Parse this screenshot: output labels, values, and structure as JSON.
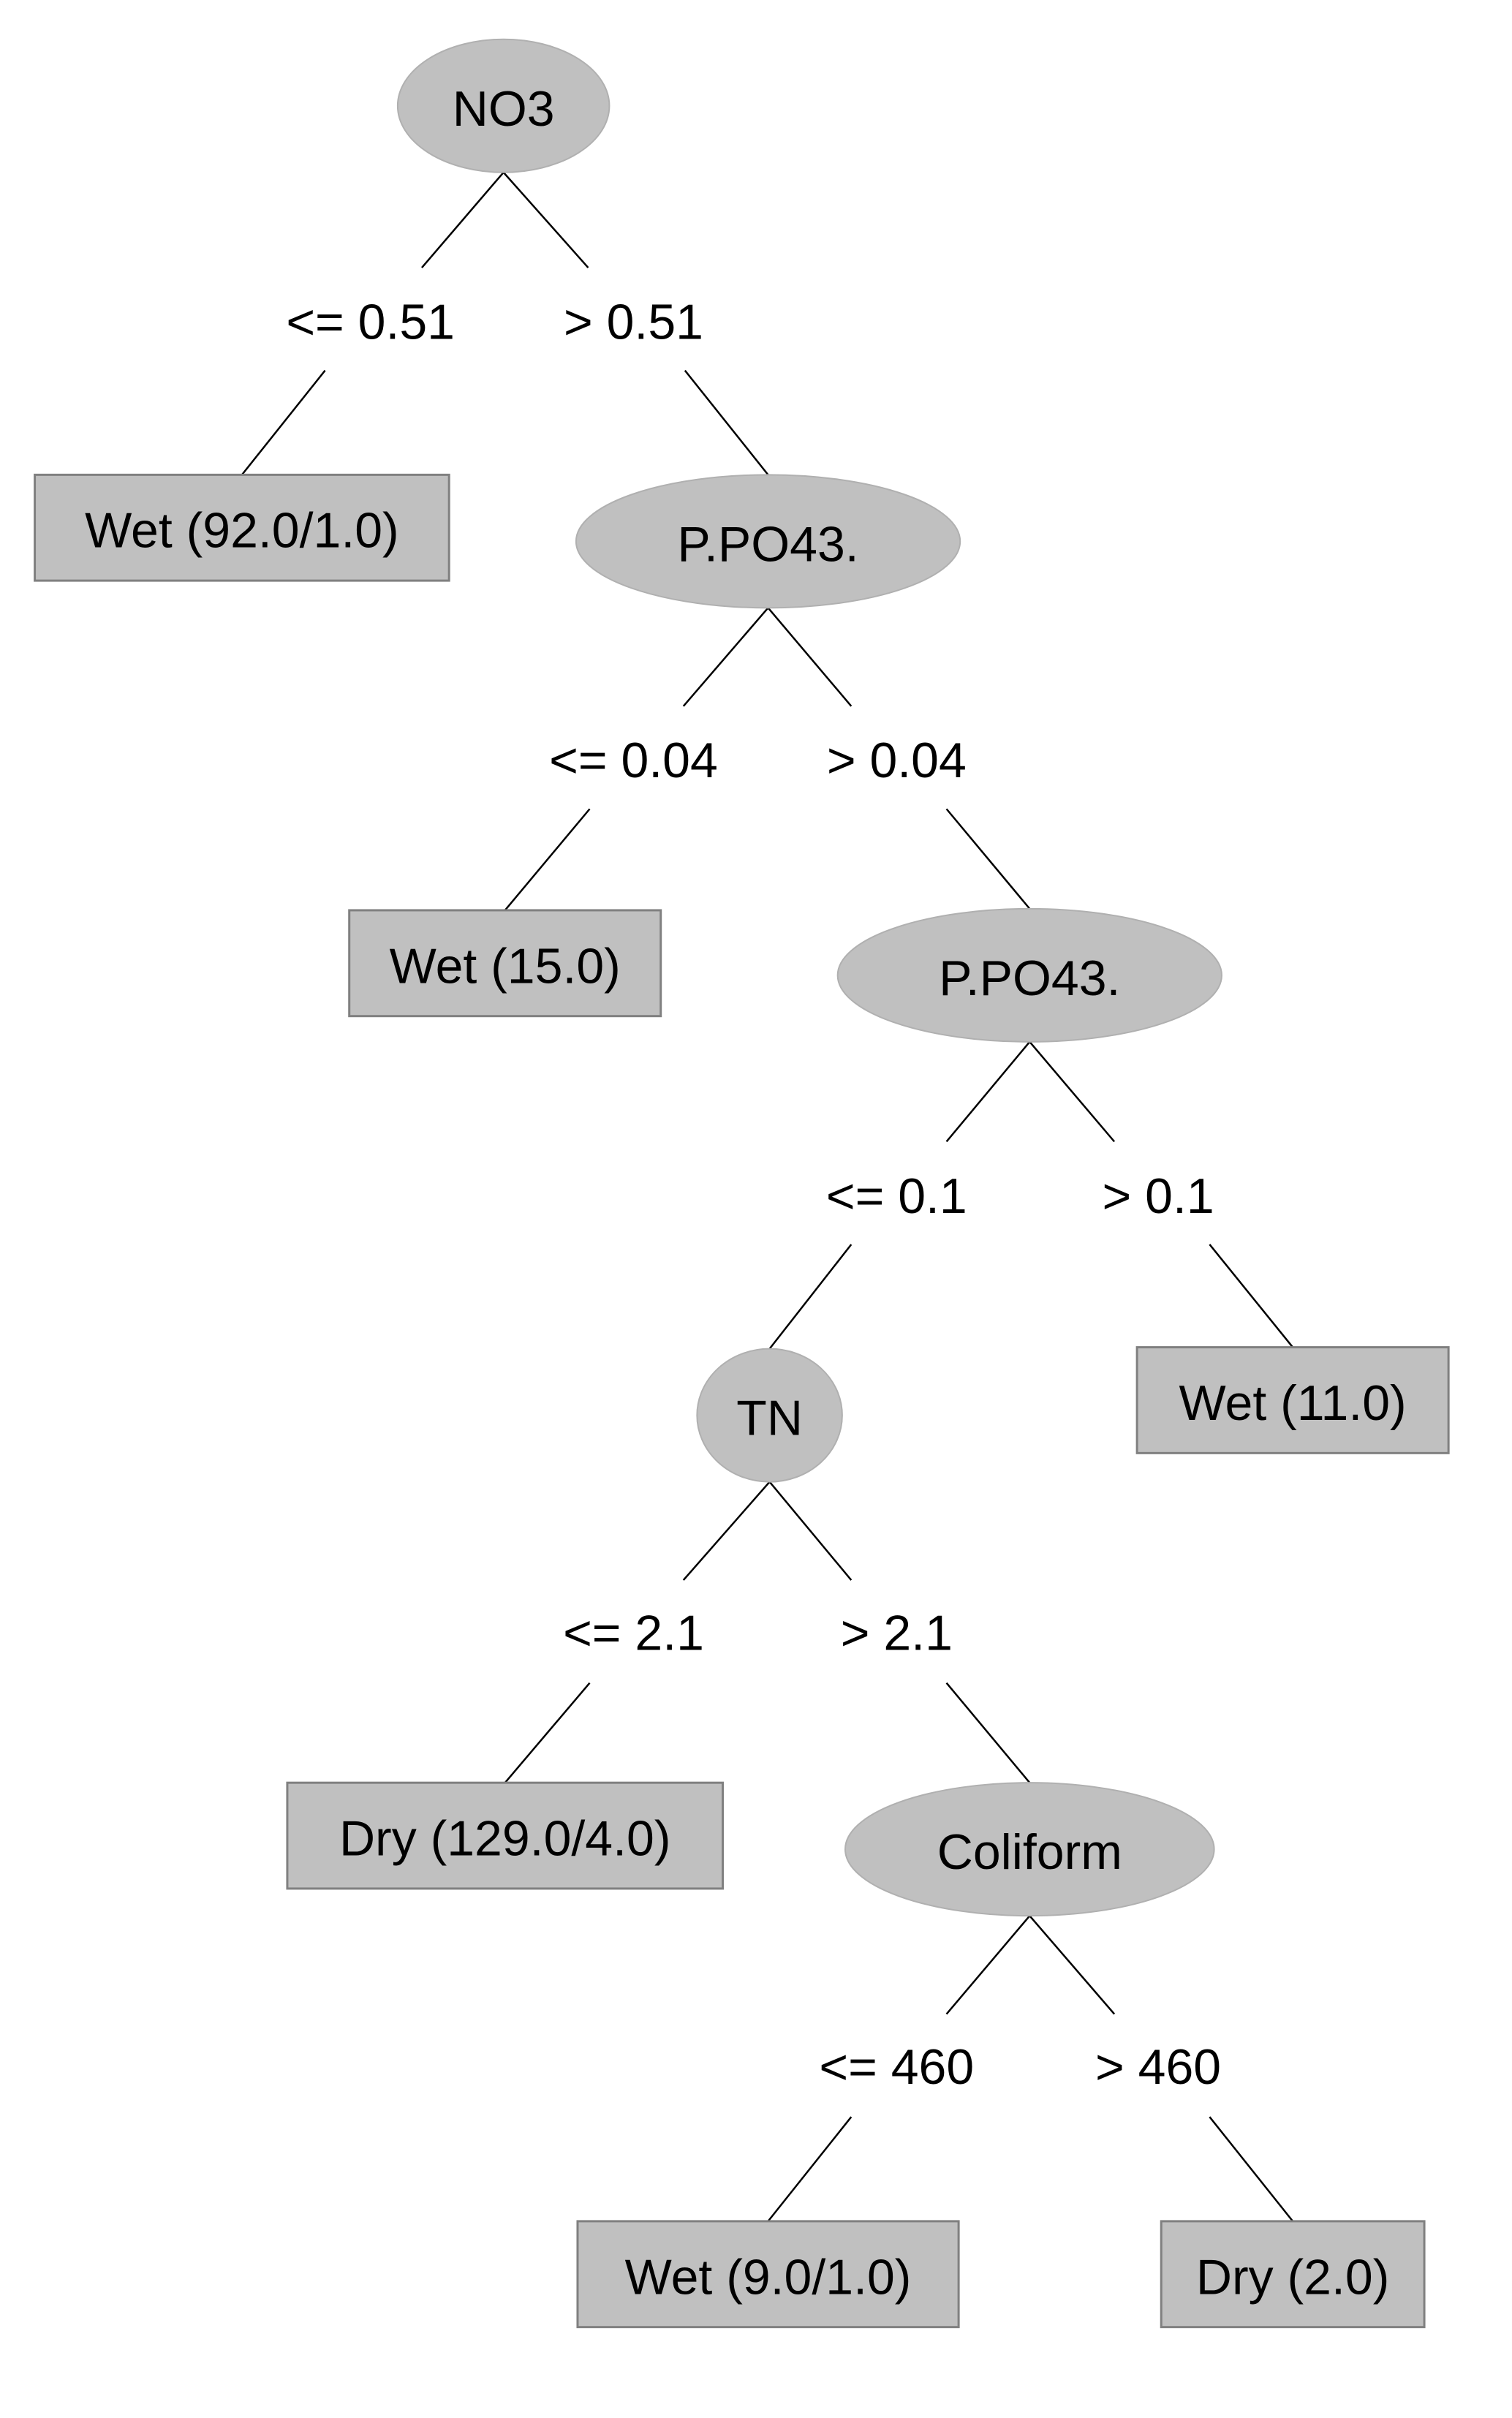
{
  "tree": {
    "nodes": [
      {
        "id": "n-no3",
        "kind": "split",
        "label": "NO3"
      },
      {
        "id": "l-wet-92",
        "kind": "leaf",
        "label": "Wet (92.0/1.0)"
      },
      {
        "id": "n-ppo43-a",
        "kind": "split",
        "label": "P.PO43."
      },
      {
        "id": "l-wet-15",
        "kind": "leaf",
        "label": "Wet (15.0)"
      },
      {
        "id": "n-ppo43-b",
        "kind": "split",
        "label": "P.PO43."
      },
      {
        "id": "n-tn",
        "kind": "split",
        "label": "TN"
      },
      {
        "id": "l-wet-11",
        "kind": "leaf",
        "label": "Wet (11.0)"
      },
      {
        "id": "l-dry-129",
        "kind": "leaf",
        "label": "Dry (129.0/4.0)"
      },
      {
        "id": "n-coliform",
        "kind": "split",
        "label": "Coliform"
      },
      {
        "id": "l-wet-9",
        "kind": "leaf",
        "label": "Wet (9.0/1.0)"
      },
      {
        "id": "l-dry-2",
        "kind": "leaf",
        "label": "Dry (2.0)"
      }
    ],
    "edges": [
      {
        "from": "n-no3",
        "to": "l-wet-92",
        "label": "<= 0.51"
      },
      {
        "from": "n-no3",
        "to": "n-ppo43-a",
        "label": "> 0.51"
      },
      {
        "from": "n-ppo43-a",
        "to": "l-wet-15",
        "label": "<= 0.04"
      },
      {
        "from": "n-ppo43-a",
        "to": "n-ppo43-b",
        "label": "> 0.04"
      },
      {
        "from": "n-ppo43-b",
        "to": "n-tn",
        "label": "<= 0.1"
      },
      {
        "from": "n-ppo43-b",
        "to": "l-wet-11",
        "label": "> 0.1"
      },
      {
        "from": "n-tn",
        "to": "l-dry-129",
        "label": "<= 2.1"
      },
      {
        "from": "n-tn",
        "to": "n-coliform",
        "label": "> 2.1"
      },
      {
        "from": "n-coliform",
        "to": "l-wet-9",
        "label": "<= 460"
      },
      {
        "from": "n-coliform",
        "to": "l-dry-2",
        "label": "> 460"
      }
    ]
  }
}
